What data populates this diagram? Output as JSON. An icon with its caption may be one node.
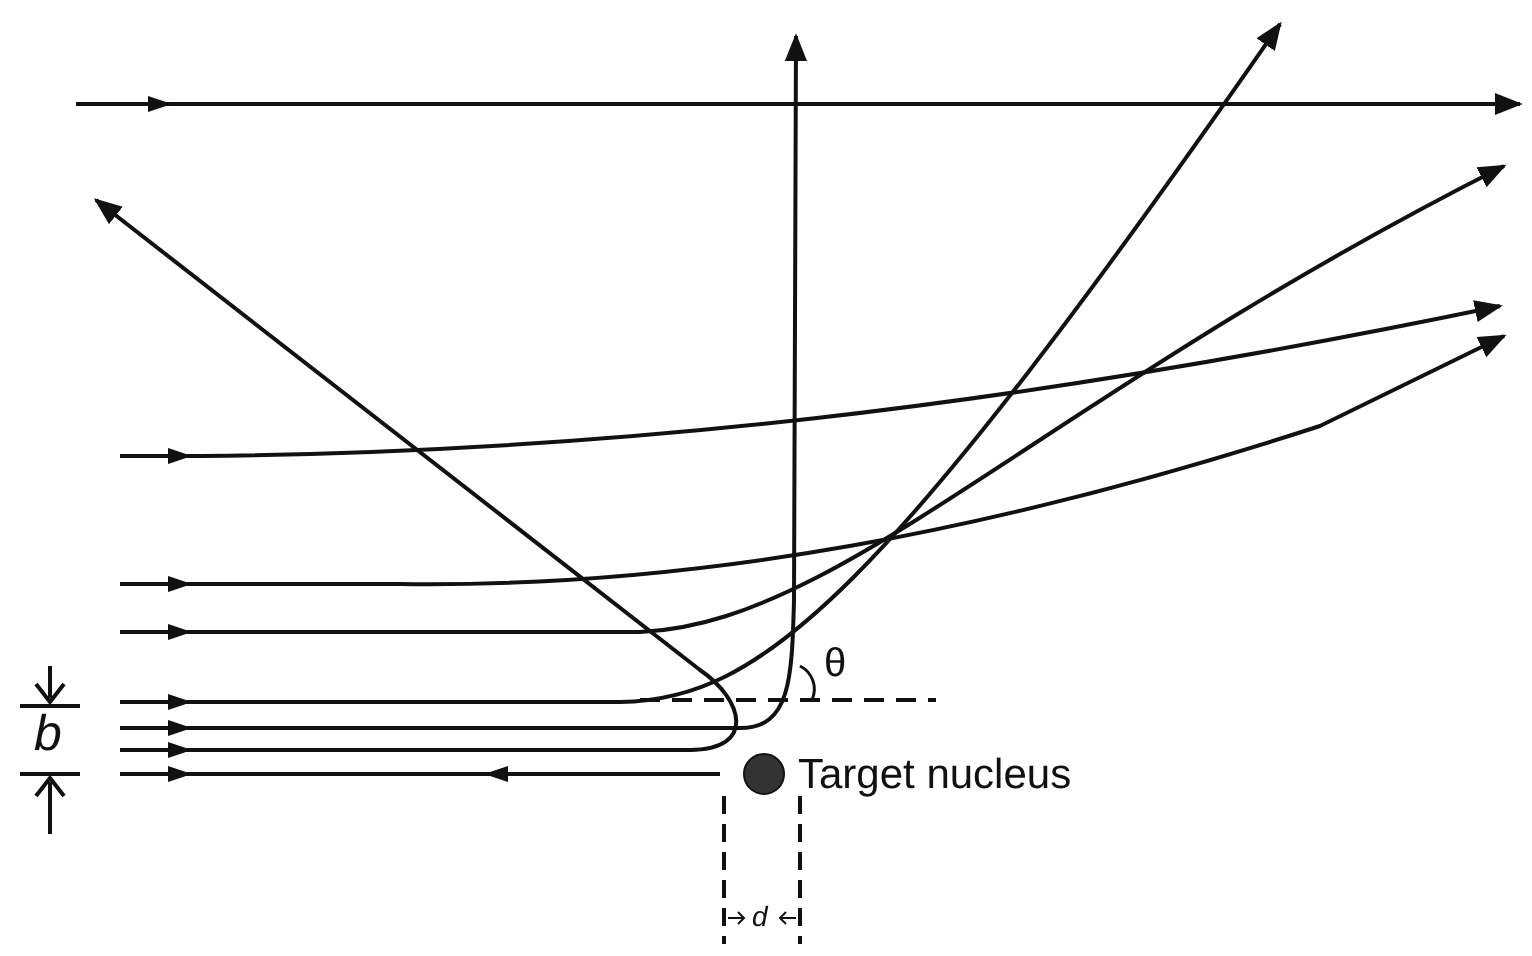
{
  "diagram": {
    "nodes": [
      {
        "text": [],
        "shape": "circle",
        "beside": [
          "Target nucleus"
        ]
      }
    ],
    "labels": [
      "θ",
      "b",
      "d"
    ]
  }
}
